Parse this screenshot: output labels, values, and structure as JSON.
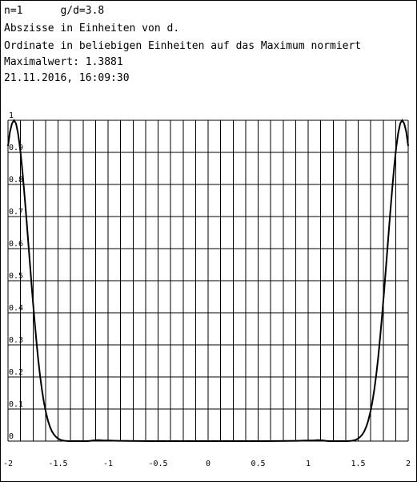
{
  "header": {
    "params": "n=1      g/d=3.8",
    "line_abszisse": "Abszisse in Einheiten von d.",
    "line_ordinate": "Ordinate in beliebigen Einheiten auf das Maximum normiert",
    "line_max": "Maximalwert: 1.3881",
    "line_date": "21.11.2016, 16:09:30"
  },
  "chart_data": {
    "type": "line",
    "title": "",
    "xlabel": "",
    "ylabel": "",
    "xlim": [
      -2,
      2
    ],
    "ylim": [
      0,
      1
    ],
    "grid": true,
    "x_ticks": [
      "-2",
      "-1.5",
      "-1",
      "-0.5",
      "0",
      "0.5",
      "1",
      "1.5",
      "2"
    ],
    "y_ticks": [
      "0",
      "0.1",
      "0.2",
      "0.3",
      "0.4",
      "0.5",
      "0.6",
      "0.7",
      "0.8",
      "0.9",
      "1"
    ],
    "series": [
      {
        "name": "",
        "color": "#000000",
        "x": [
          -2.0,
          -1.98,
          -1.96,
          -1.94,
          -1.92,
          -1.9,
          -1.88,
          -1.86,
          -1.84,
          -1.82,
          -1.8,
          -1.78,
          -1.76,
          -1.74,
          -1.72,
          -1.7,
          -1.68,
          -1.66,
          -1.64,
          -1.62,
          -1.6,
          -1.58,
          -1.56,
          -1.54,
          -1.52,
          -1.5,
          -1.48,
          -1.46,
          -1.44,
          -1.42,
          -1.4,
          -1.38,
          -1.36,
          -1.34,
          -1.32,
          -1.3,
          -1.28,
          -1.26,
          -1.24,
          -1.22,
          -1.2,
          -1.15,
          -1.1,
          -1.05,
          -1.0,
          -0.9,
          -0.8,
          -0.6,
          -0.4,
          -0.2,
          0.0,
          0.2,
          0.4,
          0.6,
          0.8,
          0.9,
          1.0,
          1.05,
          1.1,
          1.15,
          1.2,
          1.22,
          1.24,
          1.26,
          1.28,
          1.3,
          1.32,
          1.34,
          1.36,
          1.38,
          1.4,
          1.42,
          1.44,
          1.46,
          1.48,
          1.5,
          1.52,
          1.54,
          1.56,
          1.58,
          1.6,
          1.62,
          1.64,
          1.66,
          1.68,
          1.7,
          1.72,
          1.74,
          1.76,
          1.78,
          1.8,
          1.82,
          1.84,
          1.86,
          1.88,
          1.9,
          1.92,
          1.94,
          1.96,
          1.98,
          2.0
        ],
        "y": [
          0.92,
          0.965,
          0.99,
          1.0,
          0.99,
          0.96,
          0.915,
          0.855,
          0.785,
          0.71,
          0.63,
          0.55,
          0.47,
          0.395,
          0.325,
          0.26,
          0.205,
          0.158,
          0.119,
          0.088,
          0.063,
          0.044,
          0.03,
          0.02,
          0.013,
          0.008,
          0.0045,
          0.0025,
          0.0012,
          0.0005,
          0.0001,
          0.0,
          0.0,
          0.0,
          0.0,
          0.0,
          0.0,
          0.0,
          0.0,
          0.0,
          0.0,
          0.002,
          0.003,
          0.002,
          0.002,
          0.001,
          0.0005,
          0.0,
          0.0,
          0.0,
          0.0,
          0.0,
          0.0,
          0.0,
          0.0005,
          0.001,
          0.002,
          0.002,
          0.003,
          0.002,
          0.0,
          0.0,
          0.0,
          0.0,
          0.0,
          0.0,
          0.0,
          0.0,
          0.0,
          0.0,
          0.0001,
          0.0005,
          0.0012,
          0.0025,
          0.0045,
          0.008,
          0.013,
          0.02,
          0.03,
          0.044,
          0.063,
          0.088,
          0.119,
          0.158,
          0.205,
          0.26,
          0.325,
          0.395,
          0.47,
          0.55,
          0.63,
          0.71,
          0.785,
          0.855,
          0.915,
          0.96,
          0.99,
          1.0,
          0.99,
          0.965,
          0.92
        ]
      }
    ]
  }
}
